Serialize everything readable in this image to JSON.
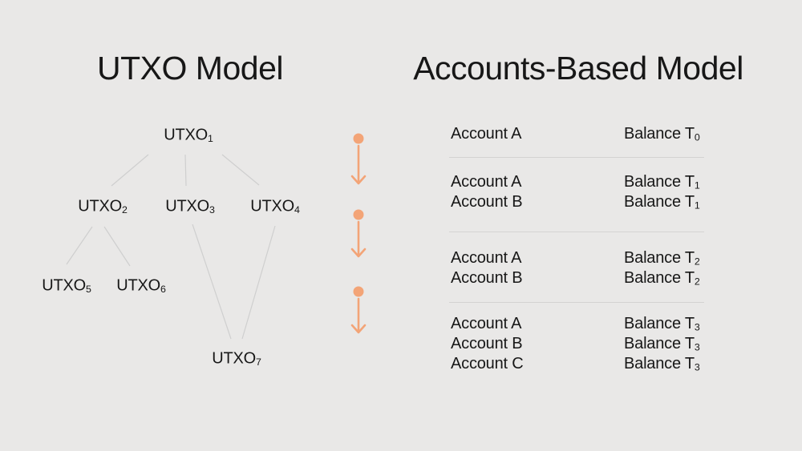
{
  "colors": {
    "background": "#e9e8e7",
    "text": "#171717",
    "edge": "#cfcfcf",
    "divider": "#d4d3d2",
    "accent": "#f3a477"
  },
  "left_panel": {
    "title": "UTXO Model",
    "nodes": [
      {
        "base": "UTXO",
        "sub": "1"
      },
      {
        "base": "UTXO",
        "sub": "2"
      },
      {
        "base": "UTXO",
        "sub": "3"
      },
      {
        "base": "UTXO",
        "sub": "4"
      },
      {
        "base": "UTXO",
        "sub": "5"
      },
      {
        "base": "UTXO",
        "sub": "6"
      },
      {
        "base": "UTXO",
        "sub": "7"
      }
    ]
  },
  "flow": {
    "arrow_count": 3,
    "direction": "down"
  },
  "right_panel": {
    "title": "Accounts-Based Model",
    "groups": [
      {
        "rows": [
          {
            "account": "Account A",
            "balance": "Balance T",
            "t": "0"
          }
        ]
      },
      {
        "rows": [
          {
            "account": "Account A",
            "balance": "Balance T",
            "t": "1"
          },
          {
            "account": "Account B",
            "balance": "Balance T",
            "t": "1"
          }
        ]
      },
      {
        "rows": [
          {
            "account": "Account A",
            "balance": "Balance T",
            "t": "2"
          },
          {
            "account": "Account B",
            "balance": "Balance T",
            "t": "2"
          }
        ]
      },
      {
        "rows": [
          {
            "account": "Account A",
            "balance": "Balance T",
            "t": "3"
          },
          {
            "account": "Account B",
            "balance": "Balance T",
            "t": "3"
          },
          {
            "account": "Account C",
            "balance": "Balance T",
            "t": "3"
          }
        ]
      }
    ]
  }
}
